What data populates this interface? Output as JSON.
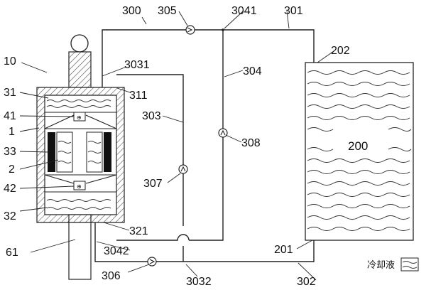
{
  "labels": {
    "l10": "10",
    "l31": "31",
    "l41": "41",
    "l1": "1",
    "l33": "33",
    "l2": "2",
    "l42": "42",
    "l32": "32",
    "l61": "61",
    "l300": "300",
    "l305": "305",
    "l3041": "3041",
    "l301": "301",
    "l202": "202",
    "l3031": "3031",
    "l311": "311",
    "l304": "304",
    "l303": "303",
    "l308": "308",
    "l200": "200",
    "l307": "307",
    "l321": "321",
    "l3042": "3042",
    "l201": "201",
    "l306": "306",
    "l3032": "3032",
    "l302": "302"
  },
  "legend": {
    "text": "冷却液"
  },
  "colors": {
    "line": "#222222",
    "hatch": "#555555",
    "magnet": "#111111"
  }
}
